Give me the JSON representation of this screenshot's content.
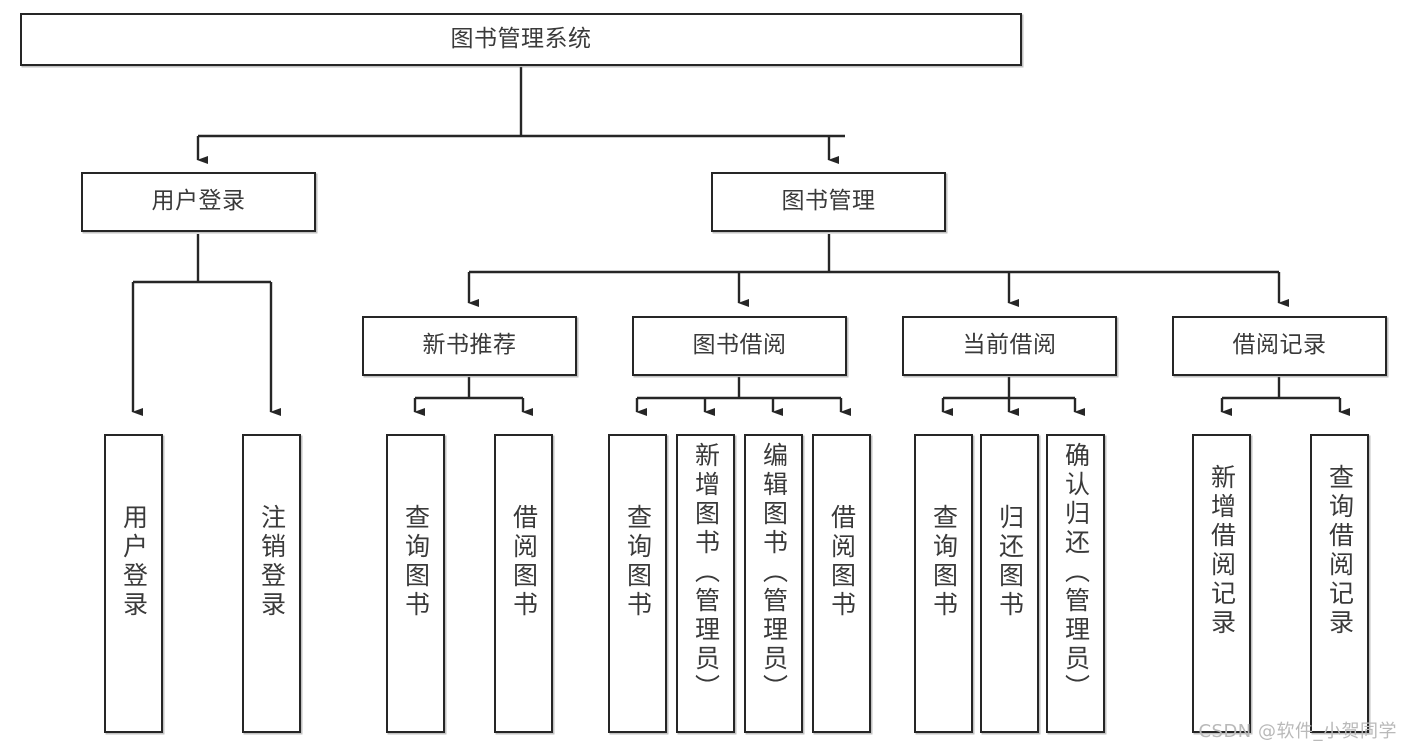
{
  "diagram": {
    "title": "图书管理系统",
    "type": "tree-hierarchy-chart",
    "watermark": "CSDN @软件_小贺同学",
    "colors": {
      "box_border": "#262626",
      "box_fill": "#ffffff",
      "text": "#3a3a3a",
      "edge": "#262626",
      "watermark": "#b9b9b9",
      "background": "#ffffff"
    },
    "nodes": {
      "root": {
        "label": "图书管理系统"
      },
      "level2": [
        {
          "id": "user-login",
          "label": "用户登录"
        },
        {
          "id": "book-management",
          "label": "图书管理"
        }
      ],
      "level3": [
        {
          "id": "new-book-recommend",
          "label": "新书推荐"
        },
        {
          "id": "book-borrow",
          "label": "图书借阅"
        },
        {
          "id": "current-borrow",
          "label": "当前借阅"
        },
        {
          "id": "borrow-record",
          "label": "借阅记录"
        }
      ],
      "leaves": [
        {
          "id": "leaf-user-login",
          "label": "用户登录",
          "parent": "user-login"
        },
        {
          "id": "leaf-logout-login",
          "label": "注销登录",
          "parent": "user-login"
        },
        {
          "id": "leaf-query-book-1",
          "label": "查询图书",
          "parent": "new-book-recommend"
        },
        {
          "id": "leaf-borrow-book-1",
          "label": "借阅图书",
          "parent": "new-book-recommend"
        },
        {
          "id": "leaf-query-book-2",
          "label": "查询图书",
          "parent": "book-borrow"
        },
        {
          "id": "leaf-add-book",
          "label": "新增图书（管理员）",
          "parent": "book-borrow"
        },
        {
          "id": "leaf-edit-book",
          "label": "编辑图书（管理员）",
          "parent": "book-borrow"
        },
        {
          "id": "leaf-borrow-book-2",
          "label": "借阅图书",
          "parent": "book-borrow"
        },
        {
          "id": "leaf-query-book-3",
          "label": "查询图书",
          "parent": "current-borrow"
        },
        {
          "id": "leaf-return-book",
          "label": "归还图书",
          "parent": "current-borrow"
        },
        {
          "id": "leaf-confirm-return",
          "label": "确认归还（管理员）",
          "parent": "current-borrow"
        },
        {
          "id": "leaf-add-record",
          "label": "新增借阅记录",
          "parent": "borrow-record"
        },
        {
          "id": "leaf-query-record",
          "label": "查询借阅记录",
          "parent": "borrow-record"
        }
      ]
    }
  }
}
